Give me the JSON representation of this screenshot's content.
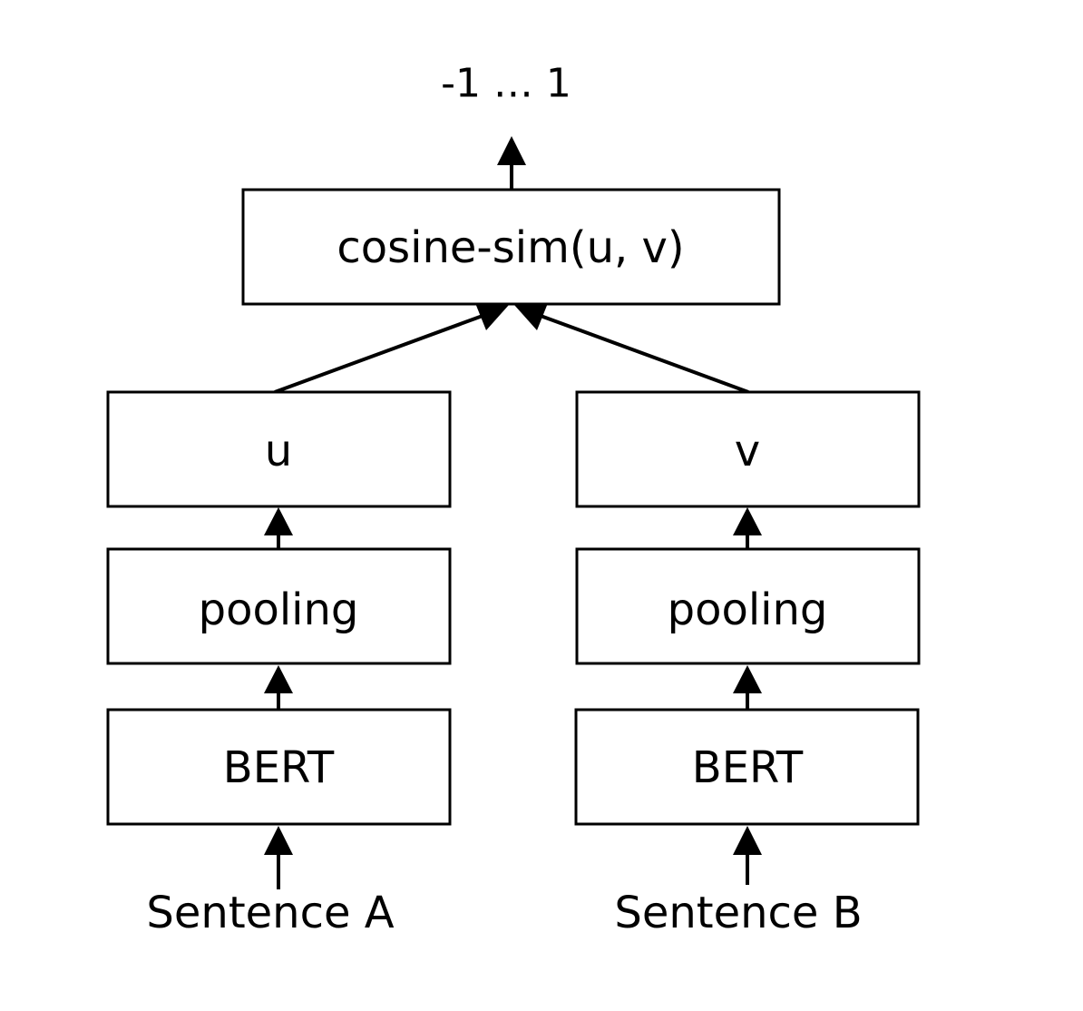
{
  "output": {
    "label": "-1 … 1"
  },
  "similarity": {
    "label": "cosine-sim(u, v)"
  },
  "left_branch": {
    "vector": "u",
    "pooling": "pooling",
    "encoder": "BERT",
    "input": "Sentence A"
  },
  "right_branch": {
    "vector": "v",
    "pooling": "pooling",
    "encoder": "BERT",
    "input": "Sentence B"
  }
}
